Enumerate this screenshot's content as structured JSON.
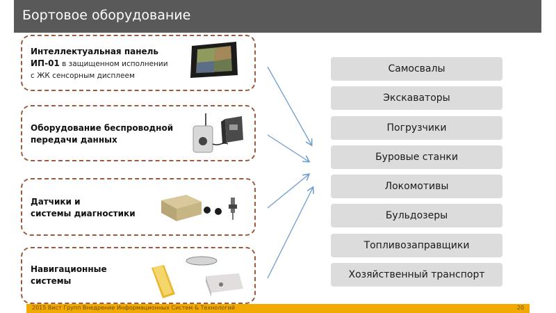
{
  "header": {
    "title": "Бортовое оборудование"
  },
  "equipment": [
    {
      "title_line1": "Интеллектуальная панель",
      "title_bold": "ИП-01",
      "title_rest": " в защищенном исполнении",
      "title_line3": "с ЖК сенсорным дисплеем"
    },
    {
      "line1": "Оборудование беспроводной",
      "line2": "передачи данных"
    },
    {
      "line1": "Датчики и",
      "line2": "системы диагностики"
    },
    {
      "line1": "Навигационные",
      "line2": "системы"
    }
  ],
  "vehicles": [
    "Самосвалы",
    "Экскаваторы",
    "Погрузчики",
    "Буровые станки",
    "Локомотивы",
    "Бульдозеры",
    "Топливозаправщики",
    "Хозяйственный транспорт"
  ],
  "footer": {
    "text": "2015 Вист Групп Внедрение Информационных Систем & Технологий",
    "page": "20"
  },
  "colors": {
    "title_bar": "#595959",
    "card_border": "#9b5a3c",
    "vehicle_bg": "#dcdcdc",
    "arrow": "#6d9ccf",
    "footer_bar": "#f2a900"
  }
}
